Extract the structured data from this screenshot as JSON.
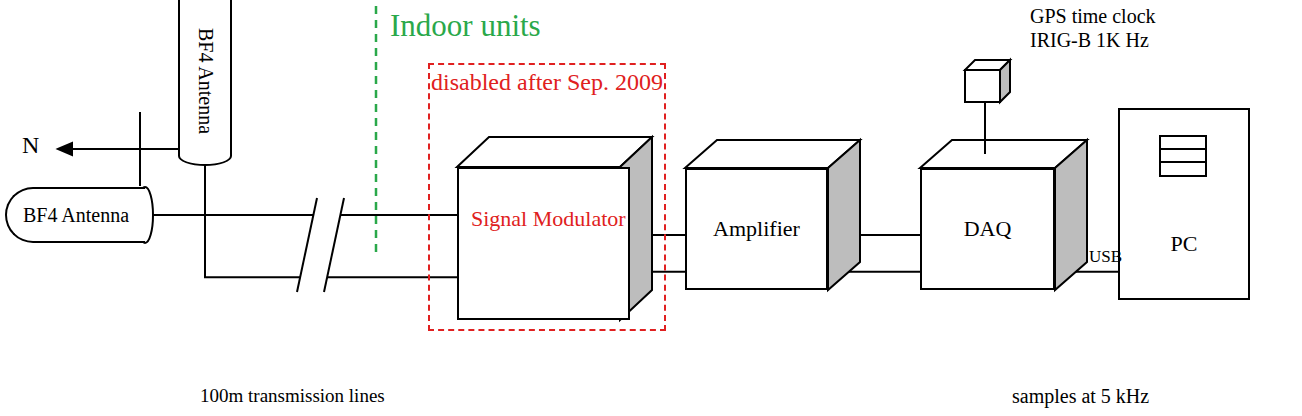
{
  "diagram": {
    "nodes": [
      {
        "text": [
          "BF4 Antenna"
        ]
      },
      {
        "text": [
          "BF4 Antenna"
        ]
      },
      {
        "text": [
          "disabled after Sep. 2009"
        ]
      },
      {
        "text": [
          "Signal Modulator"
        ],
        "in": 2
      },
      {
        "text": [
          "Amplifier"
        ]
      },
      {
        "text": [
          "DAQ"
        ]
      },
      {
        "text": [
          "PC"
        ]
      }
    ],
    "edges": [
      {
        "from": 0,
        "to": 3,
        "arrow": "none"
      },
      {
        "from": 1,
        "to": 3,
        "arrow": "none"
      },
      {
        "from": 3,
        "to": 4,
        "arrow": "none"
      },
      {
        "from": 4,
        "to": 5,
        "arrow": "none"
      },
      {
        "from": 5,
        "to": 6,
        "arrow": "none"
      }
    ],
    "labels": [
      "N",
      "Indoor units",
      "100m transmission lines",
      "GPS time clock IRIG-B 1K Hz",
      "USB",
      "samples at 5 kHz"
    ]
  }
}
